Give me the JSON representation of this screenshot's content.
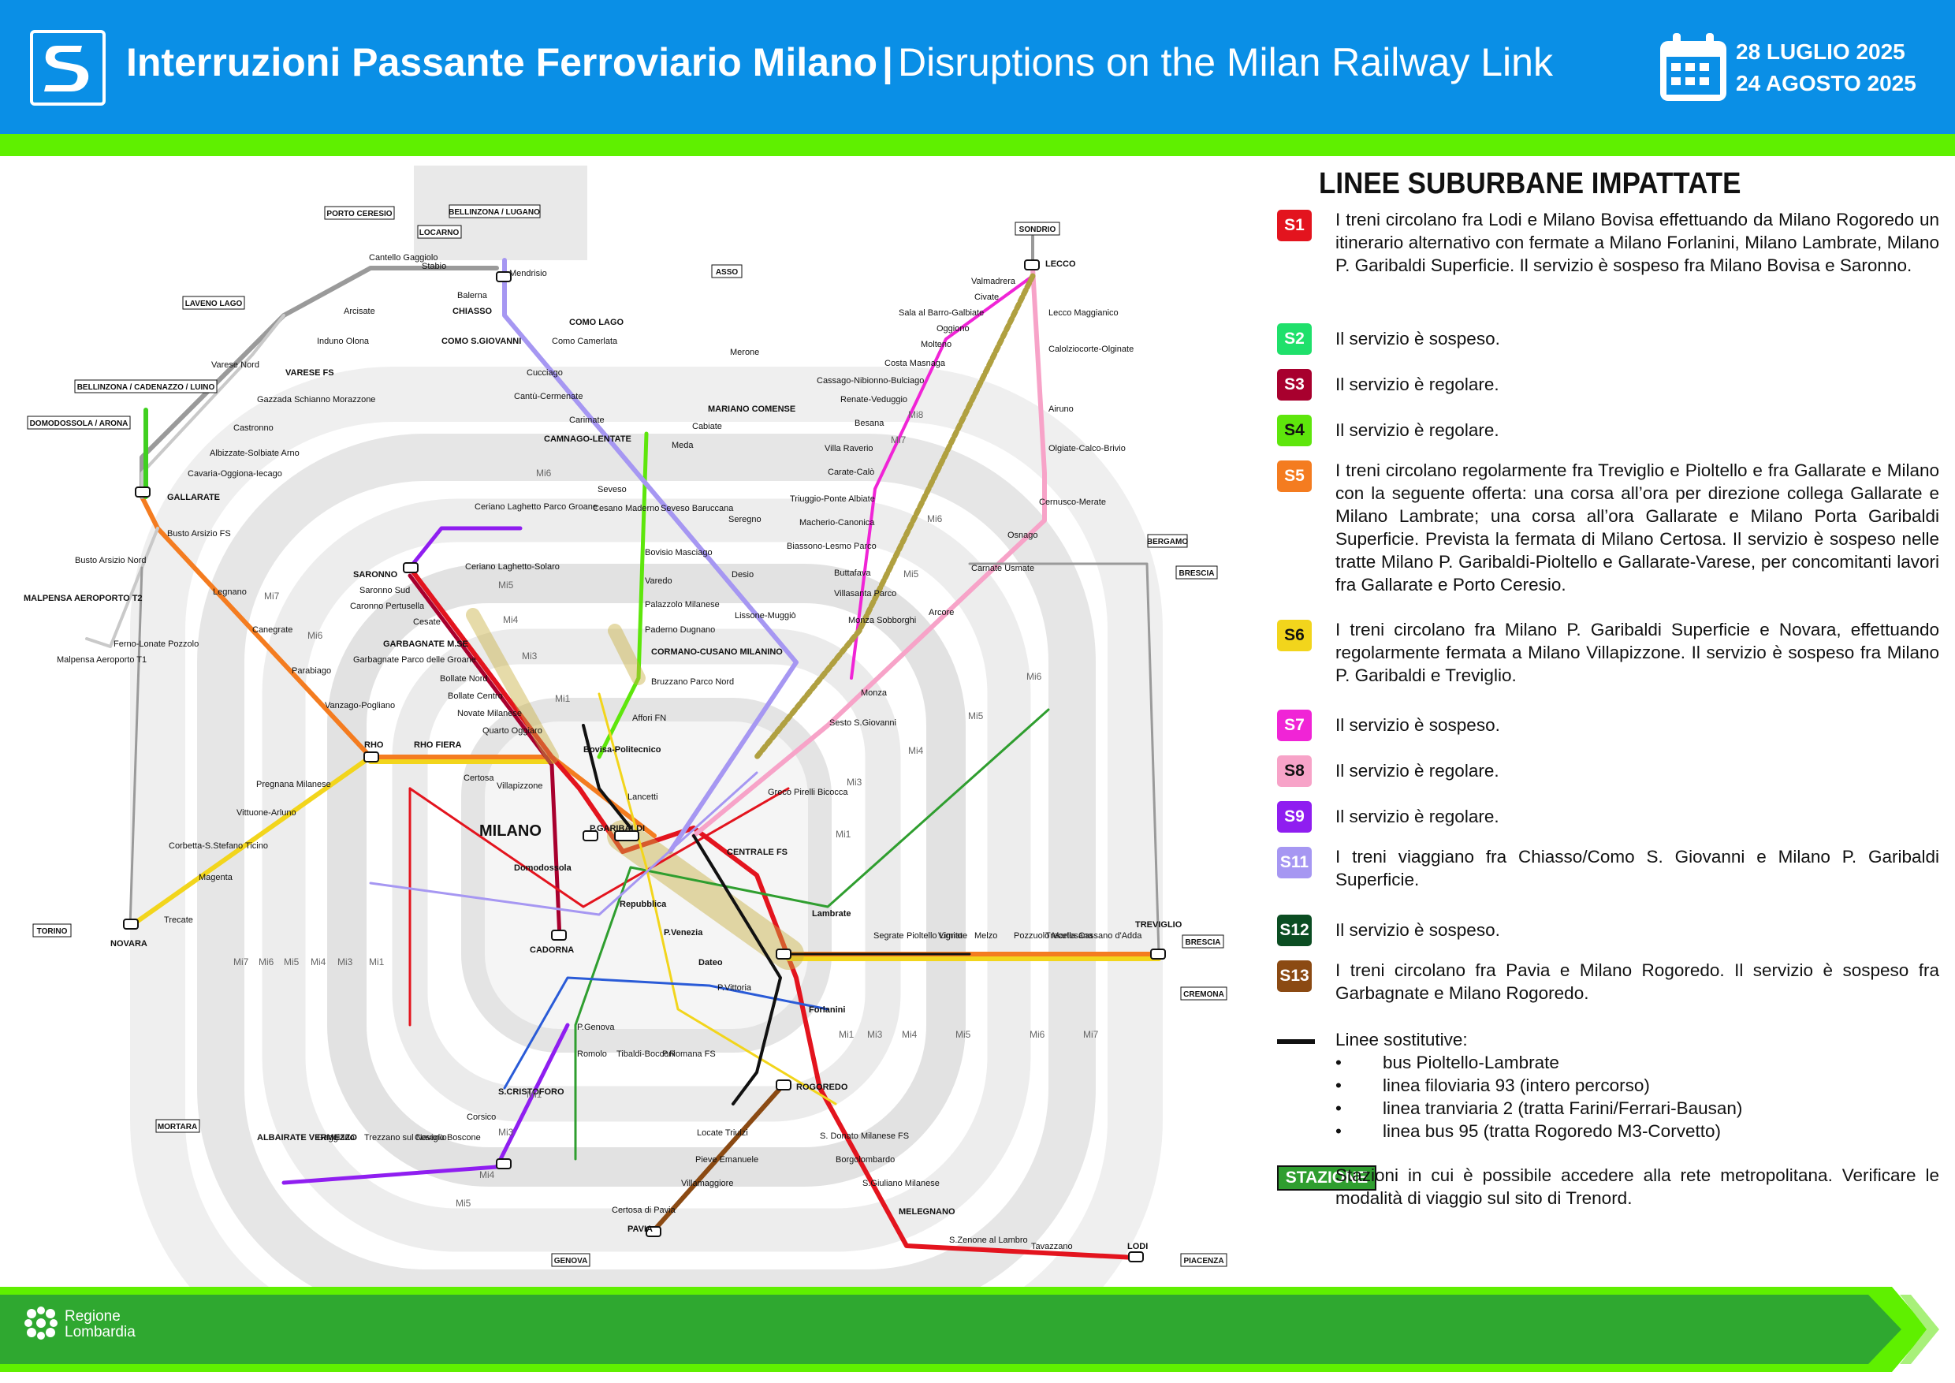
{
  "header": {
    "title_main": "Interruzioni Passante Ferroviario Milano",
    "title_sep": "|",
    "title_sub": "Disruptions on the Milan Railway Link",
    "date_start": "28 LUGLIO 2025",
    "date_end": "24 AGOSTO 2025",
    "logo_letter": "S"
  },
  "colors": {
    "header_blue": "#0a8fe6",
    "accent_green": "#5ff000",
    "station_green": "#2f9e2f"
  },
  "legend": {
    "title": "LINEE SUBURBANE IMPATTATE",
    "lines": [
      {
        "code": "S1",
        "color": "#e3141e",
        "text": "I treni circolano fra Lodi e Milano Bovisa effettuando da Milano Rogoredo un itinerario alternativo con fermate a Milano Forlanini, Milano Lambrate, Milano P. Garibaldi Superficie. Il servizio è sospeso fra Milano Bovisa e Saronno."
      },
      {
        "code": "S2",
        "color": "#1fe06b",
        "text": "Il servizio è sospeso."
      },
      {
        "code": "S3",
        "color": "#a8002e",
        "text": "Il servizio è regolare."
      },
      {
        "code": "S4",
        "color": "#5ee60c",
        "text": "Il servizio è regolare."
      },
      {
        "code": "S5",
        "color": "#f47c20",
        "text": "I treni circolano regolarmente fra Treviglio e Pioltello e fra Gallarate e Milano con la seguente offerta: una corsa all’ora per direzione collega Gallarate e Milano Lambrate; una corsa all’ora Gallarate e Milano Porta Garibaldi Superficie. Prevista la fermata di Milano Certosa. Il servizio è sospeso nelle tratte Milano P. Garibaldi-Pioltello e Gallarate-Varese, per concomitanti lavori fra Gallarate e Porto Ceresio."
      },
      {
        "code": "S6",
        "color": "#f2d51c",
        "text": "I treni circolano fra Milano P. Garibaldi Superficie e Novara, effettuando regolarmente fermata a Milano Villapizzone. Il servizio è sospeso fra Milano P. Garibaldi e Treviglio."
      },
      {
        "code": "S7",
        "color": "#f024d6",
        "text": "Il servizio è sospeso."
      },
      {
        "code": "S8",
        "color": "#f7a3c8",
        "text": "Il servizio è regolare."
      },
      {
        "code": "S9",
        "color": "#8f1ef0",
        "text": "Il servizio è regolare."
      },
      {
        "code": "S11",
        "color": "#a697f2",
        "text": "I treni viaggiano fra Chiasso/Como S. Giovanni e Milano P. Garibaldi Superficie."
      },
      {
        "code": "S12",
        "color": "#0b4d22",
        "text": "Il servizio è sospeso."
      },
      {
        "code": "S13",
        "color": "#8b4a13",
        "text": "I treni circolano fra Pavia e Milano Rogoredo. Il servizio è sospeso fra Garbagnate e Milano Rogoredo."
      }
    ],
    "substitutes": {
      "title": "Linee sostitutive:",
      "items": [
        "bus Pioltello-Lambrate",
        "linea filoviaria 93 (intero percorso)",
        "linea tranviaria 2 (tratta Farini/Ferrari-Bausan)",
        "linea bus 95 (tratta Rogoredo M3-Corvetto)"
      ]
    },
    "station": {
      "badge": "STAZIONE",
      "text": "Stazioni in cui è possibile accedere alla rete metropolitana. Verificare le modalità di viaggio sul sito di Trenord."
    }
  },
  "map": {
    "city_label": "MILANO",
    "directions": [
      "PORTO CERESIO",
      "BELLINZONA / LUGANO",
      "LOCARNO",
      "LAVENO LAGO",
      "BELLINZONA / CADENAZZO / LUINO",
      "DOMODOSSOLA / ARONA",
      "ASSO",
      "SONDRIO",
      "BERGAMO",
      "BRESCIA",
      "TORINO",
      "MORTARA",
      "GENOVA",
      "PIACENZA",
      "CREMONA"
    ],
    "stations": [
      "Cantello Gaggiolo",
      "Stabio",
      "Mendrisio",
      "Balerna",
      "CHIASSO",
      "COMO LAGO",
      "Como Camerlata",
      "COMO S.GIOVANNI",
      "Arcisate",
      "Induno Olona",
      "Varese Nord",
      "VARESE FS",
      "Gazzada Schianno Morazzone",
      "Castronno",
      "Albizzate-Solbiate Arno",
      "Cavaria-Oggiona-Iecago",
      "GALLARATE",
      "Busto Arsizio FS",
      "Busto Arsizio Nord",
      "MALPENSA AEROPORTO T2",
      "Malpensa Aeroporto T1",
      "Ferno-Lonate Pozzolo",
      "Legnano",
      "Canegrate",
      "Parabiago",
      "Vanzago-Pogliano",
      "RHO",
      "RHO FIERA",
      "Certosa",
      "Pregnana Milanese",
      "Vittuone-Arluno",
      "Corbetta-S.Stefano Ticino",
      "Magenta",
      "Trecate",
      "NOVARA",
      "Cucciago",
      "Cantù-Cermenate",
      "Carimate",
      "CAMNAGO-LENTATE",
      "Seveso",
      "Cesano Maderno",
      "Seveso Baruccana",
      "Meda",
      "Cabiate",
      "MARIANO COMENSE",
      "Merone",
      "Seregno",
      "Desio",
      "Lissone-Muggiò",
      "Monza Sobborghi",
      "Monza",
      "Sesto S.Giovanni",
      "SARONNO",
      "Saronno Sud",
      "Caronno Pertusella",
      "Cesate",
      "GARBAGNATE M.SE",
      "Garbagnate Parco delle Groane",
      "Bollate Nord",
      "Bollate Centro",
      "Novate Milanese",
      "Quarto Oggiaro",
      "Ceriano Laghetto Parco Groane",
      "Ceriano Laghetto-Solaro",
      "Bovisio Masciago",
      "Varedo",
      "Palazzolo Milanese",
      "Paderno Dugnano",
      "CORMANO-CUSANO MILANINO",
      "Bruzzano Parco Nord",
      "Affori FN",
      "Bovisa-Politecnico",
      "Villapizzone",
      "Lancetti",
      "P.GARIBALDI",
      "Repubblica",
      "P.Venezia",
      "Dateo",
      "CENTRALE FS",
      "Greco Pirelli Bicocca",
      "Lambrate",
      "Forlanini",
      "P.Vittoria",
      "ROGOREDO",
      "Domodossola",
      "CADORNA",
      "P.Genova",
      "Romolo",
      "Tibaldi-Bocconi",
      "P.Romana FS",
      "S.CRISTOFORO",
      "Corsico",
      "Cesano Boscone",
      "Trezzano sul Naviglio",
      "Gaggiano",
      "ALBAIRATE VERMEZZO",
      "Locate Triulzi",
      "Pieve Emanuele",
      "Villamaggiore",
      "Certosa di Pavia",
      "PAVIA",
      "S. Donato Milanese FS",
      "Borgolombardo",
      "S.Giuliano Milanese",
      "MELEGNANO",
      "S.Zenone al Lambro",
      "Tavazzano",
      "LODI",
      "Segrate",
      "Pioltello Limito",
      "Vignate",
      "Melzo",
      "Pozzuolo Martesana",
      "Trecella",
      "Cassano d'Adda",
      "TREVIGLIO",
      "Carnate Usmate",
      "Arcore",
      "Osnago",
      "Cernusco-Merate",
      "Olgiate-Calco-Brivio",
      "Airuno",
      "Calolziocorte-Olginate",
      "Lecco Maggianico",
      "LECCO",
      "Valmadrera",
      "Civate",
      "Sala al Barro-Galbiate",
      "Oggiono",
      "Molteno",
      "Costa Masnaga",
      "Cassago-Nibionno-Bulciago",
      "Renate-Veduggio",
      "Besana",
      "Villa Raverio",
      "Carate-Calò",
      "Triuggio-Ponte Albiate",
      "Macherio-Canonica",
      "Biassono-Lesmo Parco",
      "Buttafava",
      "Villasanta Parco"
    ],
    "zones": [
      "Mi1",
      "Mi3",
      "Mi4",
      "Mi5",
      "Mi6",
      "Mi7",
      "Mi8"
    ]
  },
  "footer": {
    "region_line1": "Regione",
    "region_line2": "Lombardia"
  }
}
